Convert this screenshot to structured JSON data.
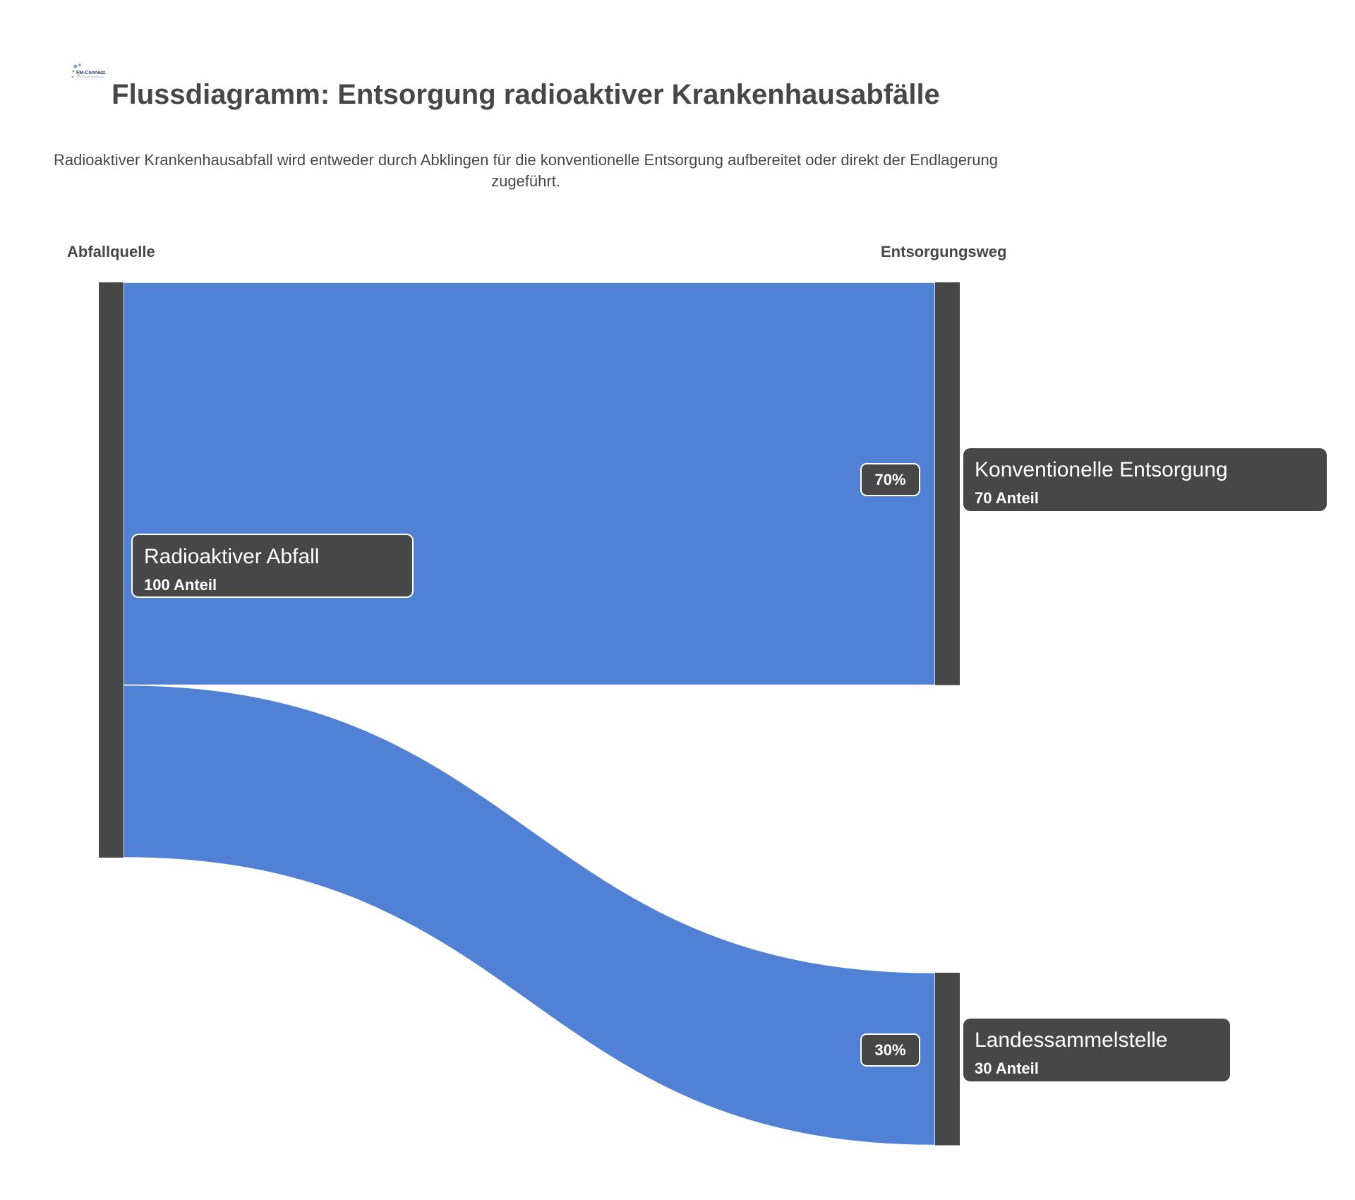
{
  "header": {
    "title": "Flussdiagramm: Entsorgung radioaktiver Krankenhausabfälle",
    "subtitle": "Radioaktiver Krankenhausabfall wird entweder durch Abklingen für die konventionelle Entsorgung aufbereitet oder direkt der Endlagerung zugeführt."
  },
  "columns": {
    "left": "Abfallquelle",
    "right": "Entsorgungsweg"
  },
  "nodes": {
    "source": {
      "name": "Radioaktiver Abfall",
      "value_label": "100 Anteil",
      "value": 100
    },
    "conventional": {
      "name": "Konventionelle Entsorgung",
      "value_label": "70 Anteil",
      "value": 70
    },
    "landessammelstelle": {
      "name": "Landessammelstelle",
      "value_label": "30 Anteil",
      "value": 30
    }
  },
  "links": [
    {
      "source": "Radioaktiver Abfall",
      "target": "Konventionelle Entsorgung",
      "value": 70,
      "label": "70%"
    },
    {
      "source": "Radioaktiver Abfall",
      "target": "Landessammelstelle",
      "value": 30,
      "label": "30%"
    }
  ],
  "colors": {
    "link": "#5081d5",
    "node": "#474747",
    "text": "#474747"
  },
  "logo": {
    "text": "FM-Connect.com"
  }
}
